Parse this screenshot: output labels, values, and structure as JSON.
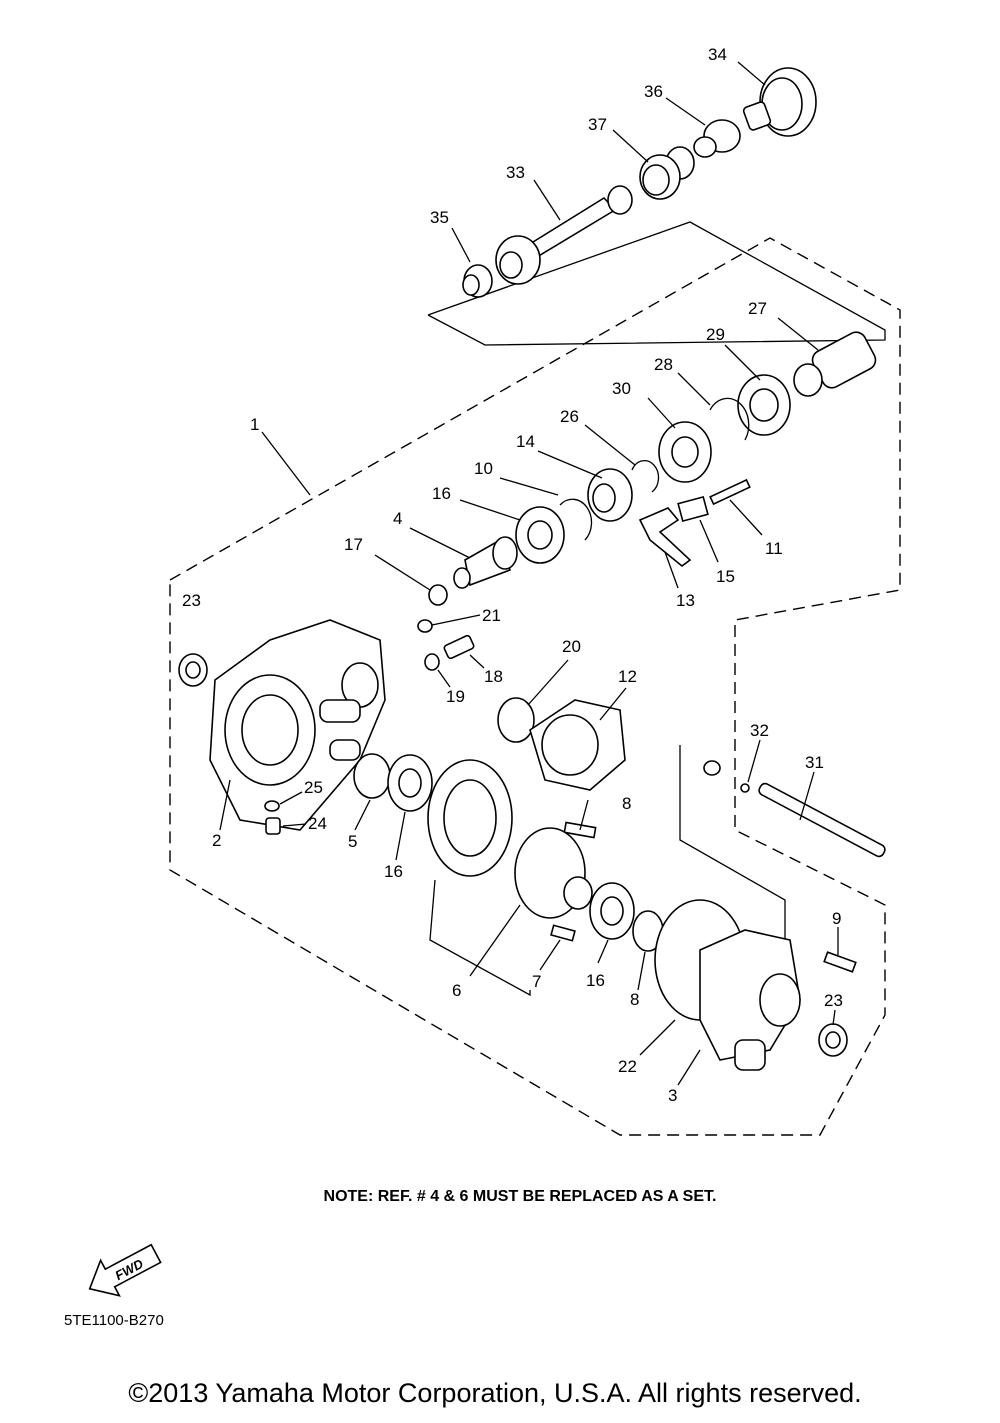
{
  "diagram": {
    "callouts": [
      {
        "id": "34",
        "label": "34"
      },
      {
        "id": "36",
        "label": "36"
      },
      {
        "id": "37",
        "label": "37"
      },
      {
        "id": "33",
        "label": "33"
      },
      {
        "id": "35",
        "label": "35"
      },
      {
        "id": "27",
        "label": "27"
      },
      {
        "id": "29",
        "label": "29"
      },
      {
        "id": "28",
        "label": "28"
      },
      {
        "id": "30",
        "label": "30"
      },
      {
        "id": "26",
        "label": "26"
      },
      {
        "id": "14",
        "label": "14"
      },
      {
        "id": "10",
        "label": "10"
      },
      {
        "id": "16a",
        "label": "16"
      },
      {
        "id": "1",
        "label": "1"
      },
      {
        "id": "4",
        "label": "4"
      },
      {
        "id": "17",
        "label": "17"
      },
      {
        "id": "11",
        "label": "11"
      },
      {
        "id": "15",
        "label": "15"
      },
      {
        "id": "13",
        "label": "13"
      },
      {
        "id": "23a",
        "label": "23"
      },
      {
        "id": "21",
        "label": "21"
      },
      {
        "id": "18",
        "label": "18"
      },
      {
        "id": "19",
        "label": "19"
      },
      {
        "id": "20",
        "label": "20"
      },
      {
        "id": "12",
        "label": "12"
      },
      {
        "id": "32",
        "label": "32"
      },
      {
        "id": "31",
        "label": "31"
      },
      {
        "id": "25",
        "label": "25"
      },
      {
        "id": "24",
        "label": "24"
      },
      {
        "id": "2",
        "label": "2"
      },
      {
        "id": "5",
        "label": "5"
      },
      {
        "id": "16b",
        "label": "16"
      },
      {
        "id": "8a",
        "label": "8"
      },
      {
        "id": "9",
        "label": "9"
      },
      {
        "id": "23b",
        "label": "23"
      },
      {
        "id": "16c",
        "label": "16"
      },
      {
        "id": "7",
        "label": "7"
      },
      {
        "id": "8b",
        "label": "8"
      },
      {
        "id": "6",
        "label": "6"
      },
      {
        "id": "22",
        "label": "22"
      },
      {
        "id": "3",
        "label": "3"
      }
    ],
    "fwd_label": "FWD"
  },
  "note": "NOTE: REF. # 4 & 6 MUST BE REPLACED AS A SET.",
  "drawing_code": "5TE1100-B270",
  "copyright": "©2013 Yamaha Motor Corporation, U.S.A. All rights reserved."
}
